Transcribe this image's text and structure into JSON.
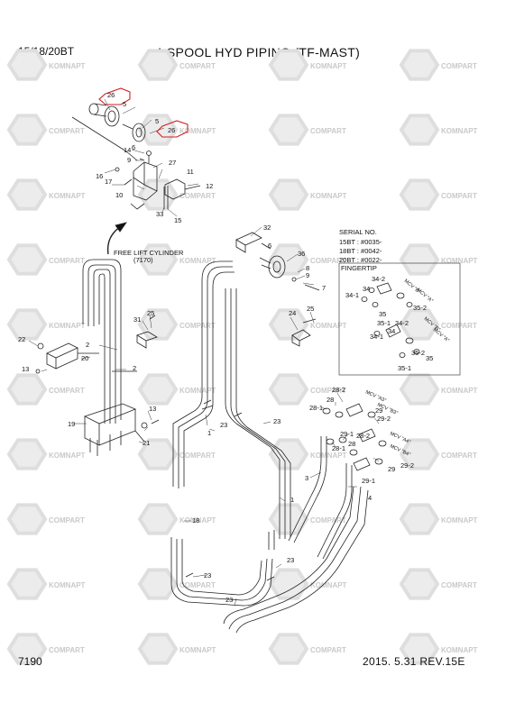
{
  "header": {
    "model": "15/18/20BT",
    "title": "4-SPOOL HYD PIPING (TF-MAST)"
  },
  "footer": {
    "page_code": "7190",
    "date_rev": "2015.  5.31  REV.15E"
  },
  "watermarks": {
    "text_a": "KOMNAPT",
    "text_b": "COMPART"
  },
  "notes": {
    "free_lift_line1": "FREE LIFT CYLINDER",
    "free_lift_line2": "(7170)",
    "serial_title": "SERIAL NO.",
    "serial_15": "15BT : #0035-",
    "serial_18": "18BT : #0042-",
    "serial_20": "20BT : #0022-",
    "fingertip": "FINGERTIP"
  },
  "callouts": [
    {
      "id": "c26a",
      "text": "26"
    },
    {
      "id": "c5a",
      "text": "5"
    },
    {
      "id": "c5b",
      "text": "5"
    },
    {
      "id": "c26b",
      "text": "26"
    },
    {
      "id": "c14",
      "text": "14"
    },
    {
      "id": "c6a",
      "text": "6"
    },
    {
      "id": "c9a",
      "text": "9"
    },
    {
      "id": "c27",
      "text": "27"
    },
    {
      "id": "c11",
      "text": "11"
    },
    {
      "id": "c16",
      "text": "16"
    },
    {
      "id": "c17",
      "text": "17"
    },
    {
      "id": "c12",
      "text": "12"
    },
    {
      "id": "c10",
      "text": "10"
    },
    {
      "id": "c33",
      "text": "33"
    },
    {
      "id": "c15",
      "text": "15"
    },
    {
      "id": "c32",
      "text": "32"
    },
    {
      "id": "c6b",
      "text": "6"
    },
    {
      "id": "c36",
      "text": "36"
    },
    {
      "id": "c8",
      "text": "8"
    },
    {
      "id": "c9b",
      "text": "9"
    },
    {
      "id": "c7",
      "text": "7"
    },
    {
      "id": "c31",
      "text": "31"
    },
    {
      "id": "c25a",
      "text": "25"
    },
    {
      "id": "c24",
      "text": "24"
    },
    {
      "id": "c25b",
      "text": "25"
    },
    {
      "id": "c22",
      "text": "22"
    },
    {
      "id": "c2a",
      "text": "2"
    },
    {
      "id": "c20",
      "text": "20"
    },
    {
      "id": "c2b",
      "text": "2"
    },
    {
      "id": "c13a",
      "text": "13"
    },
    {
      "id": "c19",
      "text": "19"
    },
    {
      "id": "c13b",
      "text": "13"
    },
    {
      "id": "c21",
      "text": "21"
    },
    {
      "id": "c1a",
      "text": "1"
    },
    {
      "id": "c23a",
      "text": "23"
    },
    {
      "id": "c23b",
      "text": "23"
    },
    {
      "id": "c18",
      "text": "18"
    },
    {
      "id": "c1b",
      "text": "1"
    },
    {
      "id": "c23c",
      "text": "23"
    },
    {
      "id": "c23d",
      "text": "23"
    },
    {
      "id": "c28_2a",
      "text": "28-2"
    },
    {
      "id": "c28a",
      "text": "28"
    },
    {
      "id": "c28_1a",
      "text": "28-1"
    },
    {
      "id": "c29_1a",
      "text": "29-1"
    },
    {
      "id": "c29a",
      "text": "29"
    },
    {
      "id": "c29_2a",
      "text": "29-2"
    },
    {
      "id": "c28_2b",
      "text": "28-2"
    },
    {
      "id": "c28b",
      "text": "28"
    },
    {
      "id": "c28_1b",
      "text": "28-1"
    },
    {
      "id": "c29_1b",
      "text": "29-1"
    },
    {
      "id": "c29b",
      "text": "29"
    },
    {
      "id": "c29_2b",
      "text": "29-2"
    },
    {
      "id": "c3",
      "text": "3"
    },
    {
      "id": "c4",
      "text": "4"
    },
    {
      "id": "f34_2a",
      "text": "34-2"
    },
    {
      "id": "f34a",
      "text": "34"
    },
    {
      "id": "f34_1a",
      "text": "34-1"
    },
    {
      "id": "f35a",
      "text": "35"
    },
    {
      "id": "f35_2a",
      "text": "35-2"
    },
    {
      "id": "f35_1a",
      "text": "35-1"
    },
    {
      "id": "f34_2b",
      "text": "34-2"
    },
    {
      "id": "f34b",
      "text": "34"
    },
    {
      "id": "f34_1b",
      "text": "34-1"
    },
    {
      "id": "f35_2b",
      "text": "35-2"
    },
    {
      "id": "f35b",
      "text": "35"
    },
    {
      "id": "f35_1b",
      "text": "35-1"
    }
  ],
  "mcv_tags": [
    {
      "id": "m1",
      "text": "MCV \"A3\""
    },
    {
      "id": "m2",
      "text": "MCV \"B3\""
    },
    {
      "id": "m3",
      "text": "MCV \"A4\""
    },
    {
      "id": "m4",
      "text": "MCV \"B4\""
    },
    {
      "id": "m5",
      "text": "MCV \"B\""
    },
    {
      "id": "m6",
      "text": "MCV \"A\""
    },
    {
      "id": "m7",
      "text": "MCV \"B\""
    },
    {
      "id": "m8",
      "text": "MCV \"A\""
    }
  ]
}
